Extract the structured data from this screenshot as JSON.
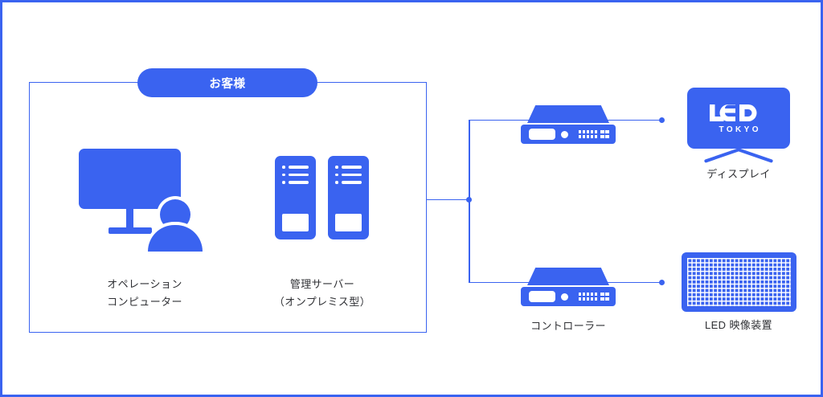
{
  "diagram": {
    "title": "LED TOKYO system configuration diagram",
    "colors": {
      "brand_blue": "#3a63f0",
      "text": "#2f3034",
      "background": "#ffffff"
    },
    "customer_zone": {
      "badge_label": "お客様"
    },
    "nodes": [
      {
        "id": "operation-computer",
        "icon": "monitor-with-person-icon",
        "label_lines": [
          "オペレーション",
          "コンピューター"
        ]
      },
      {
        "id": "management-server",
        "icon": "server-rack-icon",
        "label_lines": [
          "管理サーバー",
          "（オンプレミス型）"
        ]
      },
      {
        "id": "controller",
        "icon": "controller-device-icon",
        "label_lines": [
          "コントローラー"
        ]
      },
      {
        "id": "display",
        "icon": "tv-display-icon",
        "label_lines": [
          "ディスプレイ"
        ],
        "screen_logo": {
          "primary": "LED",
          "secondary": "TOKYO"
        }
      },
      {
        "id": "led-video-device",
        "icon": "led-panel-icon",
        "label_lines": [
          "LED 映像装置"
        ]
      }
    ]
  }
}
